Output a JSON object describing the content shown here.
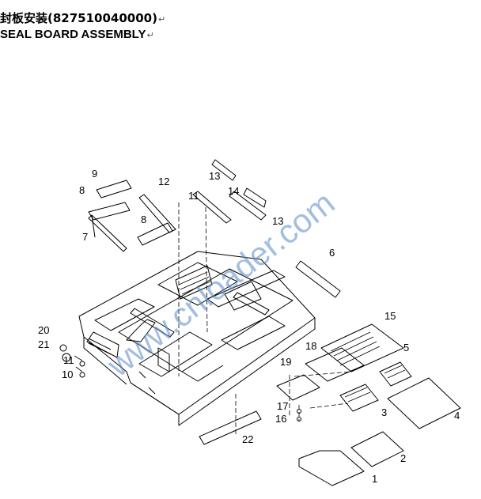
{
  "title_cn": "封板安装(827510040000)",
  "title_en": "SEAL BOARD ASSEMBLY",
  "return_mark": "↵",
  "watermark": "www.cnloader.com",
  "colors": {
    "line": "#000000",
    "watermark": "#5b89c8"
  },
  "callouts": [
    {
      "id": "9",
      "label": "9"
    },
    {
      "id": "12",
      "label": "12"
    },
    {
      "id": "13a",
      "label": "13"
    },
    {
      "id": "8a",
      "label": "8"
    },
    {
      "id": "11a",
      "label": "11"
    },
    {
      "id": "14",
      "label": "14"
    },
    {
      "id": "8b",
      "label": "8"
    },
    {
      "id": "13b",
      "label": "13"
    },
    {
      "id": "7",
      "label": "7"
    },
    {
      "id": "6",
      "label": "6"
    },
    {
      "id": "15",
      "label": "15"
    },
    {
      "id": "20",
      "label": "20"
    },
    {
      "id": "21",
      "label": "21"
    },
    {
      "id": "18",
      "label": "18"
    },
    {
      "id": "5",
      "label": "5"
    },
    {
      "id": "11b",
      "label": "11"
    },
    {
      "id": "19",
      "label": "19"
    },
    {
      "id": "10",
      "label": "10"
    },
    {
      "id": "17",
      "label": "17"
    },
    {
      "id": "3",
      "label": "3"
    },
    {
      "id": "16",
      "label": "16"
    },
    {
      "id": "4",
      "label": "4"
    },
    {
      "id": "22",
      "label": "22"
    },
    {
      "id": "2",
      "label": "2"
    },
    {
      "id": "1",
      "label": "1"
    }
  ]
}
